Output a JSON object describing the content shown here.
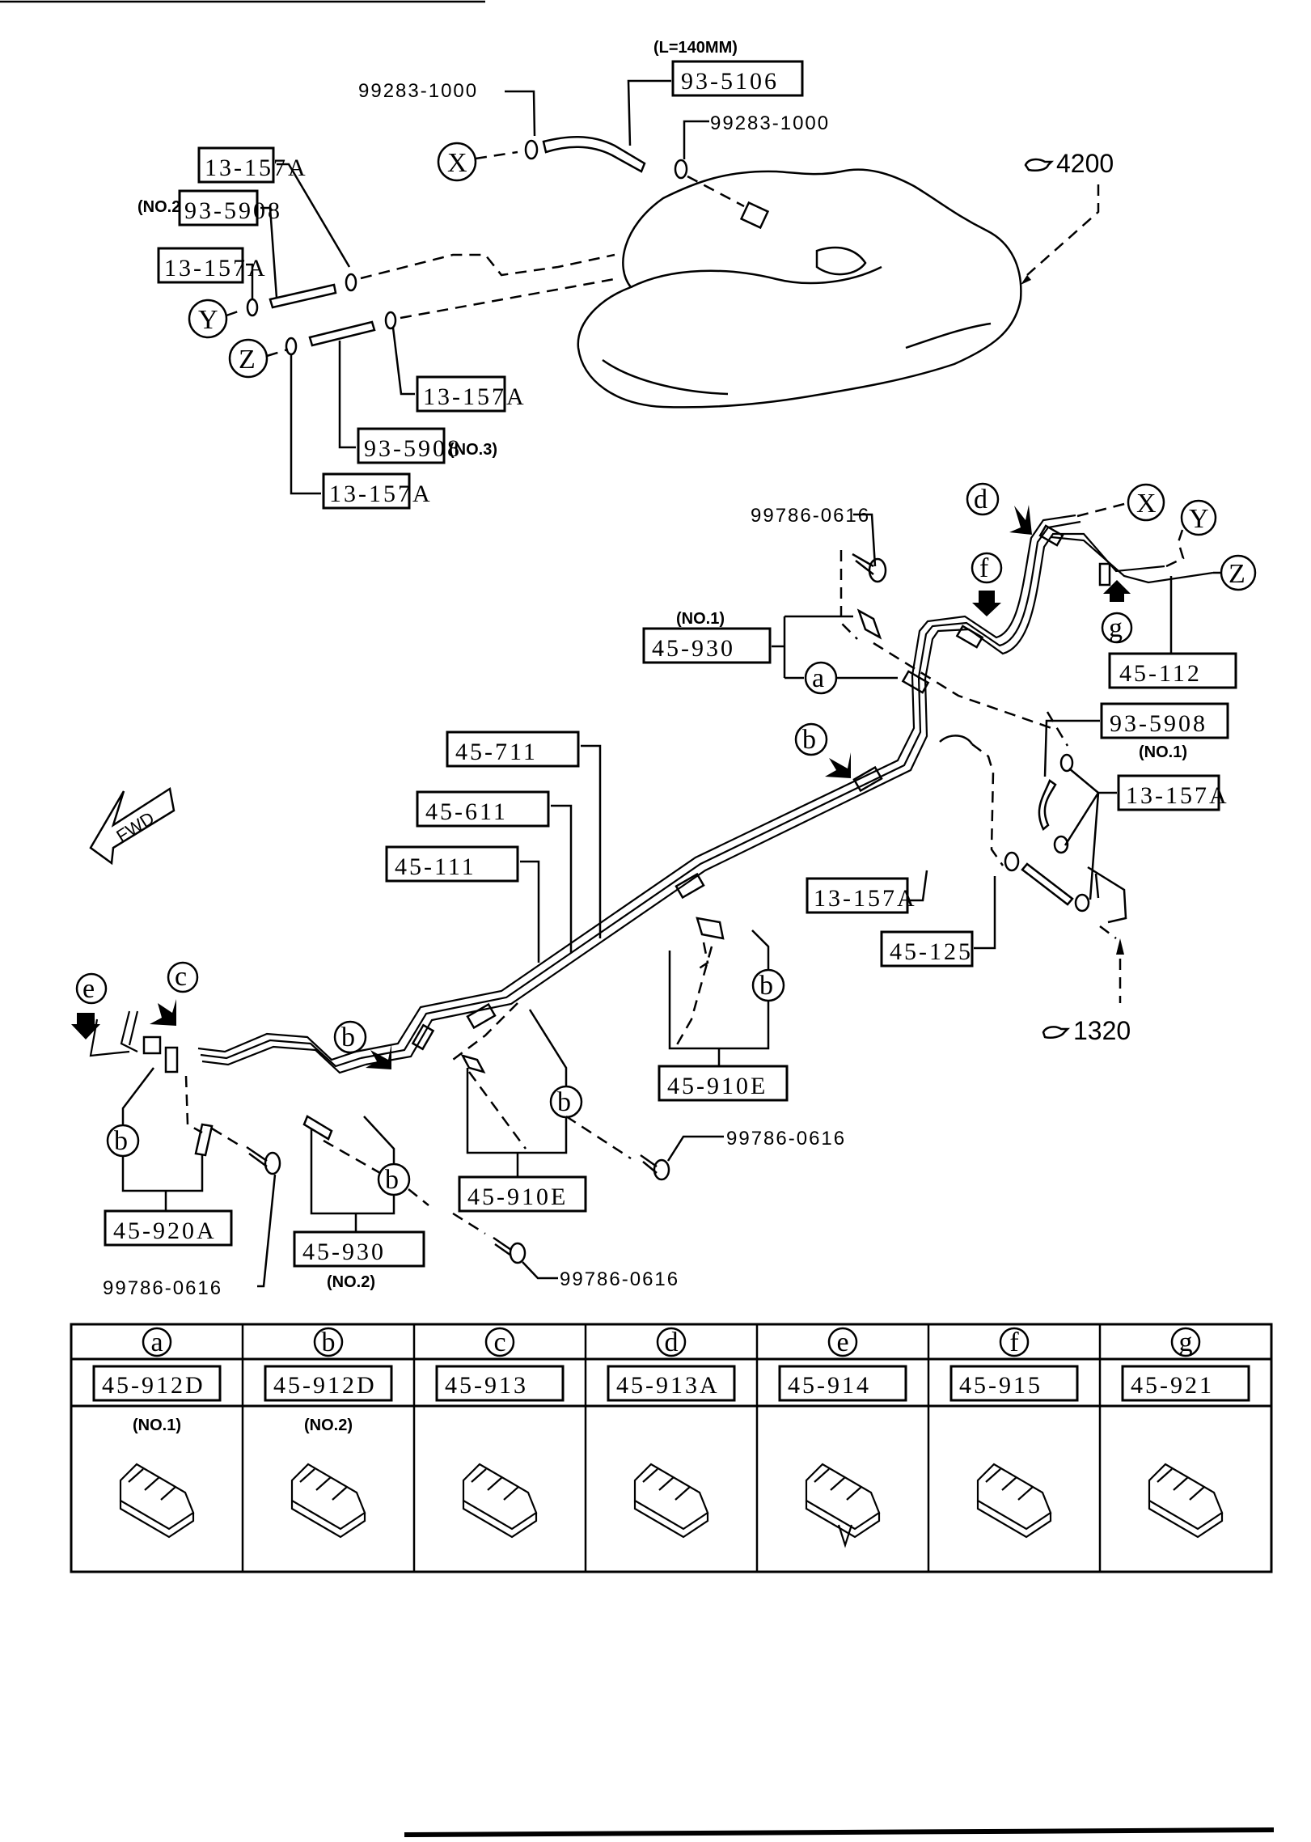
{
  "diagram": {
    "title": "Fuel Lines",
    "references": [
      {
        "id": "ref-4200",
        "value": "4200",
        "icon": "pointing-hand-icon"
      },
      {
        "id": "ref-1320",
        "value": "1320",
        "icon": "pointing-hand-icon"
      }
    ],
    "direction_indicator": "FWD",
    "connection_points": [
      "X",
      "Y",
      "Z"
    ],
    "callouts": {
      "hose_x": {
        "part": "93-5106",
        "note": "(L=140MM)"
      },
      "clamp_x_left": "99283-1000",
      "clamp_x_right": "99283-1000",
      "clip_y_upper": "13-157A",
      "hose_y": {
        "part": "93-5908",
        "note": "(NO.2)"
      },
      "clip_y_left": "13-157A",
      "clip_z_right": "13-157A",
      "hose_z": {
        "part": "93-5908",
        "note": "(NO.3)"
      },
      "clip_z_left": "13-157A",
      "bolt_top": "99786-0616",
      "bracket_no1": {
        "part": "45-930",
        "note": "(NO.1)"
      },
      "pipe_rear": "45-112",
      "hose_no1": {
        "part": "93-5908",
        "note": "(NO.1)"
      },
      "clip_right": "13-157A",
      "clip_mid": "13-157A",
      "pipe_short": "45-125",
      "pipe_711": "45-711",
      "pipe_611": "45-611",
      "pipe_111": "45-111",
      "bracket_910e_right": "45-910E",
      "bracket_910e_left": "45-910E",
      "bracket_920a": "45-920A",
      "bracket_no2": {
        "part": "45-930",
        "note": "(NO.2)"
      },
      "bolt_mid": "99786-0616",
      "bolt_left": "99786-0616",
      "bolt_bottom": "99786-0616"
    },
    "clip_letters": [
      "a",
      "b",
      "c",
      "d",
      "e",
      "f",
      "g"
    ]
  },
  "clip_table": {
    "columns": [
      {
        "letter": "a",
        "part": "45-912D",
        "note": "(NO.1)"
      },
      {
        "letter": "b",
        "part": "45-912D",
        "note": "(NO.2)"
      },
      {
        "letter": "c",
        "part": "45-913",
        "note": ""
      },
      {
        "letter": "d",
        "part": "45-913A",
        "note": ""
      },
      {
        "letter": "e",
        "part": "45-914",
        "note": ""
      },
      {
        "letter": "f",
        "part": "45-915",
        "note": ""
      },
      {
        "letter": "g",
        "part": "45-921",
        "note": ""
      }
    ]
  }
}
